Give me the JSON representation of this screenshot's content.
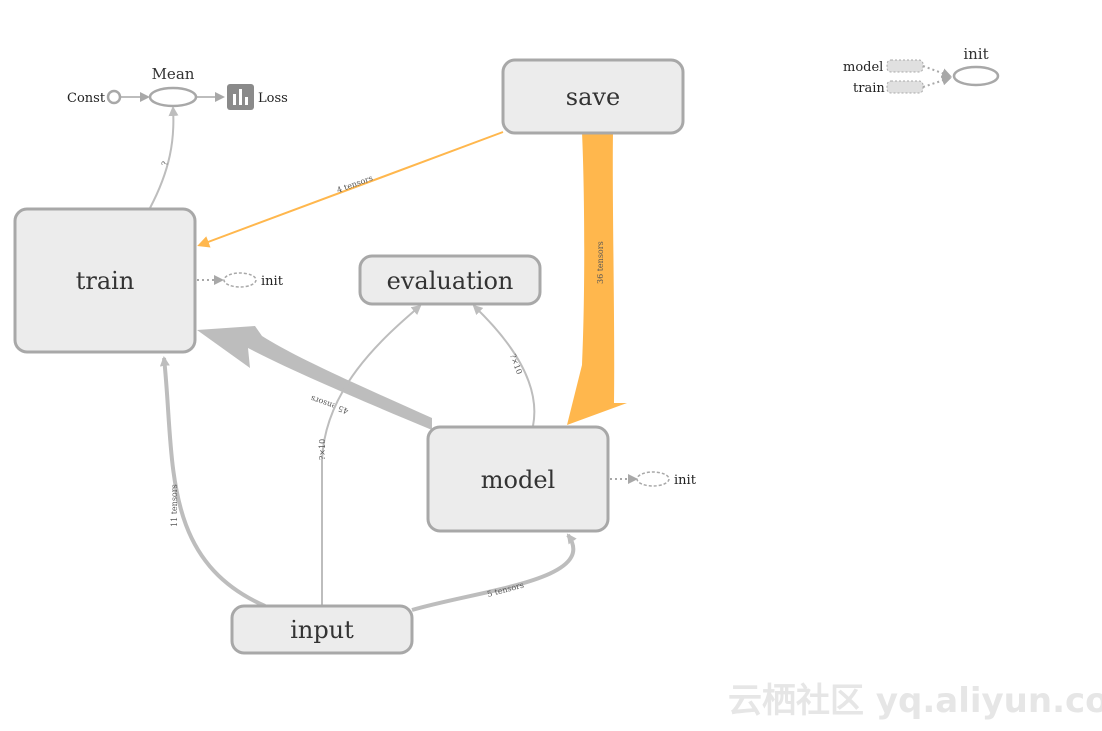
{
  "nodes": {
    "save": "save",
    "train": "train",
    "evaluation": "evaluation",
    "model": "model",
    "input": "input",
    "mean": "Mean",
    "const": "Const",
    "loss": "Loss",
    "train_init": "init",
    "model_init": "init"
  },
  "legend": {
    "title": "init",
    "inputs": [
      "model",
      "train"
    ]
  },
  "edges": {
    "save_train": "4 tensors",
    "save_model": "36 tensors",
    "model_train": "45 ensors",
    "input_train": "11 tensors",
    "input_eval": "?×10",
    "model_eval": "?×10",
    "input_model": "5 tensors",
    "train_mean": "?"
  },
  "colors": {
    "node_fill": "#ececec",
    "node_stroke": "#a8a8a8",
    "edge_grey": "#bdbdbd",
    "edge_orange": "#ffb74d"
  },
  "watermark": "云栖社区 yq.aliyun.com"
}
